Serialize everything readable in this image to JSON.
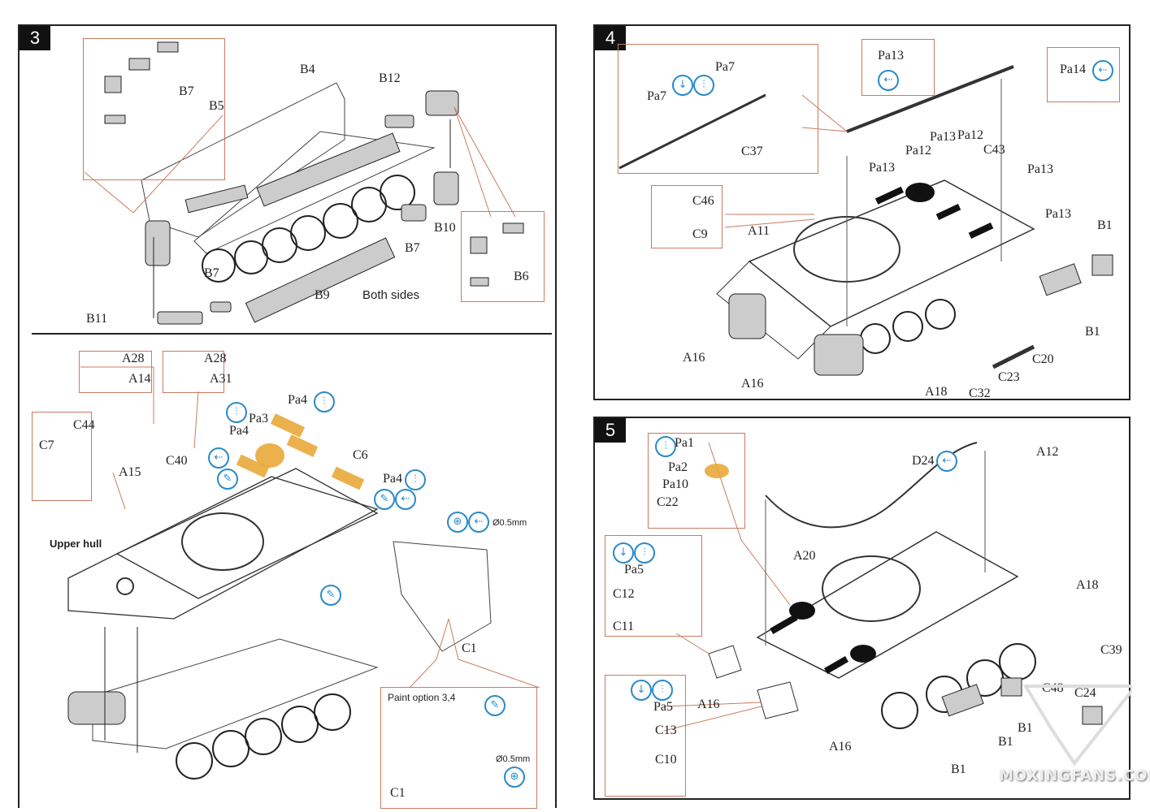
{
  "document": {
    "type": "model kit assembly instructions"
  },
  "step3": {
    "number": "3",
    "labels": {
      "b4": "B4",
      "b5": "B5",
      "b12": "B12",
      "b7_callout": "B7",
      "b7_mid": "B7",
      "b7_low": "B7",
      "b10": "B10",
      "b6": "B6",
      "b9": "B9",
      "b11": "B11"
    },
    "note": "Both sides"
  },
  "step3b": {
    "upper_hull": "Upper hull",
    "labels": {
      "a28_1": "A28",
      "a14": "A14",
      "a28_2": "A28",
      "a31": "A31",
      "c44": "C44",
      "c7": "C7",
      "a15": "A15",
      "c40": "C40",
      "pa4_top": "Pa4",
      "pa3": "Pa3",
      "pa4_left": "Pa4",
      "c6": "C6",
      "pa4_right": "Pa4",
      "c1": "C1",
      "c1_inset": "C1"
    },
    "drill_size": "Ø0.5mm",
    "paint_option": "Paint option 3,4",
    "drill_size_inset": "Ø0.5mm",
    "icons": [
      "bend-icon",
      "bend-icon",
      "glue-icon",
      "photo-etch-icon",
      "drill-icon",
      "glue-icon",
      "photo-etch-icon",
      "drill-icon",
      "glue-icon"
    ]
  },
  "step4": {
    "number": "4",
    "labels": {
      "pa7_a": "Pa7",
      "pa7_b": "Pa7",
      "c37": "C37",
      "pa13_box": "Pa13",
      "pa14_box": "Pa14",
      "pa13_a": "Pa13",
      "pa12_a": "Pa12",
      "pa13_b": "Pa13",
      "pa12_b": "Pa12",
      "c43": "C43",
      "pa13_c": "Pa13",
      "pa13_d": "Pa13",
      "c46": "C46",
      "c9": "C9",
      "a11": "A11",
      "b1_a": "B1",
      "b1_b": "B1",
      "a16_a": "A16",
      "a16_b": "A16",
      "a18": "A18",
      "c32": "C32",
      "c23": "C23",
      "c20": "C20"
    }
  },
  "step5": {
    "number": "5",
    "labels": {
      "pa1": "Pa1",
      "pa2": "Pa2",
      "pa10": "Pa10",
      "c22": "C22",
      "d24": "D24",
      "a12": "A12",
      "a20": "A20",
      "pa5_a": "Pa5",
      "c12": "C12",
      "c11": "C11",
      "pa5_b": "Pa5",
      "c13": "C13",
      "c10": "C10",
      "a18": "A18",
      "c39": "C39",
      "c48": "C48",
      "c24": "C24",
      "a16_a": "A16",
      "a16_b": "A16",
      "b1_a": "B1",
      "b1_b": "B1",
      "b1_c": "B1"
    }
  },
  "watermark": "MOXINGFANS.COM",
  "colors": {
    "callout_border": "#c97b60",
    "icon_blue": "#2a8ac9",
    "photo_etch": "#e8a83a",
    "ink": "#222222"
  }
}
